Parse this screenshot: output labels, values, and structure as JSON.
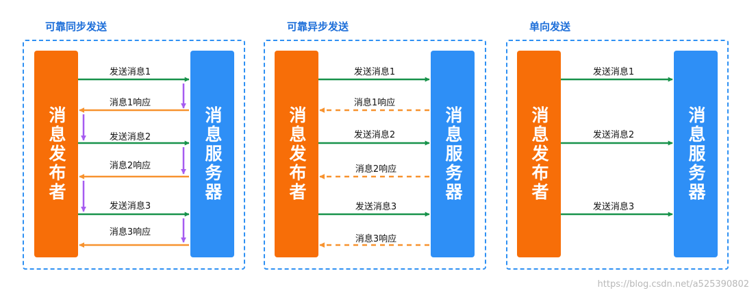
{
  "panels": [
    {
      "title": "可靠同步发送",
      "publisher": "消息发布者",
      "server": "消息服务器",
      "labels": {
        "send1": "发送消息1",
        "resp1": "消息1响应",
        "send2": "发送消息2",
        "resp2": "消息2响应",
        "send3": "发送消息3",
        "resp3": "消息3响应"
      }
    },
    {
      "title": "可靠异步发送",
      "publisher": "消息发布者",
      "server": "消息服务器",
      "labels": {
        "send1": "发送消息1",
        "resp1": "消息1响应",
        "send2": "发送消息2",
        "resp2": "消息2响应",
        "send3": "发送消息3",
        "resp3": "消息3响应"
      }
    },
    {
      "title": "单向发送",
      "publisher": "消息发布者",
      "server": "消息服务器",
      "labels": {
        "send1": "发送消息1",
        "send2": "发送消息2",
        "send3": "发送消息3"
      }
    }
  ],
  "colors": {
    "publisher": "#f76e08",
    "server": "#2e8ff6",
    "send_arrow": "#17924a",
    "response_arrow": "#f7922e",
    "wait_arrow": "#a65cf0",
    "frame": "#2e90f3",
    "title": "#1e6fd9"
  },
  "watermark": "https://blog.csdn.net/a525390802"
}
